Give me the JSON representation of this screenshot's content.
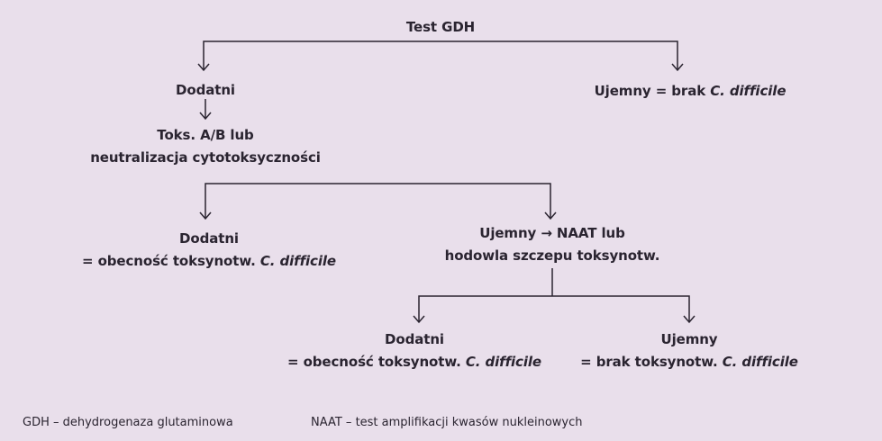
{
  "root": {
    "label": "Test GDH"
  },
  "gdh_positive": {
    "label": "Dodatni"
  },
  "gdh_negative": {
    "prefix": "Ujemny = brak ",
    "organism": "C. difficile"
  },
  "toxin_test": {
    "line1": "Toks. A/B lub",
    "line2": "neutralizacja cytotoksyczności"
  },
  "toxin_positive": {
    "line1": "Dodatni",
    "line2_prefix": "= obecność toksynotw. ",
    "organism": "C. difficile"
  },
  "toxin_negative": {
    "line1": "Ujemny → NAAT lub",
    "line2": "hodowla szczepu toksynotw."
  },
  "naat_positive": {
    "line1": "Dodatni",
    "line2_prefix": "= obecność toksynotw. ",
    "organism": "C. difficile"
  },
  "naat_negative": {
    "line1": "Ujemny",
    "line2_prefix": "= brak toksynotw. ",
    "organism": "C. difficile"
  },
  "footnotes": [
    "GDH – dehydrogenaza glutaminowa",
    "NAAT – test amplifikacji kwasów nukleinowych"
  ]
}
